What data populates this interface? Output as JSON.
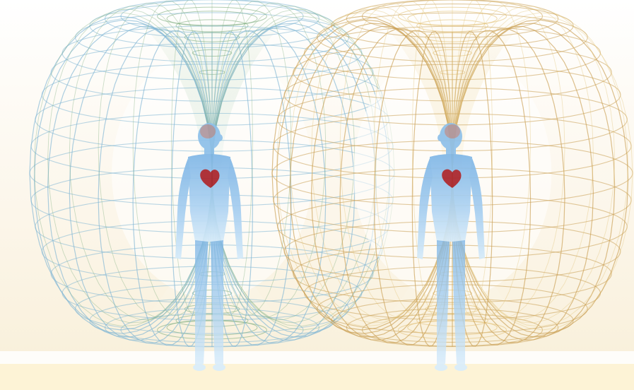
{
  "colors": {
    "background_top": "#ffffff",
    "background_mid": "#fbf4e4",
    "floor_band": "#fdf5dc",
    "left_torus_outer": "#7fb6d4",
    "left_torus_inner": "#7fae7f",
    "right_torus_outer": "#c99e52",
    "right_torus_inner": "#e2c277",
    "body": "#8ec0ea",
    "body_light": "#d9edfb",
    "brain": "#b98a86",
    "heart": "#a8232b"
  },
  "figures": [
    {
      "name": "left-human-figure",
      "facing": "right",
      "field_color": "blue-green"
    },
    {
      "name": "right-human-figure",
      "facing": "left",
      "field_color": "gold"
    }
  ]
}
